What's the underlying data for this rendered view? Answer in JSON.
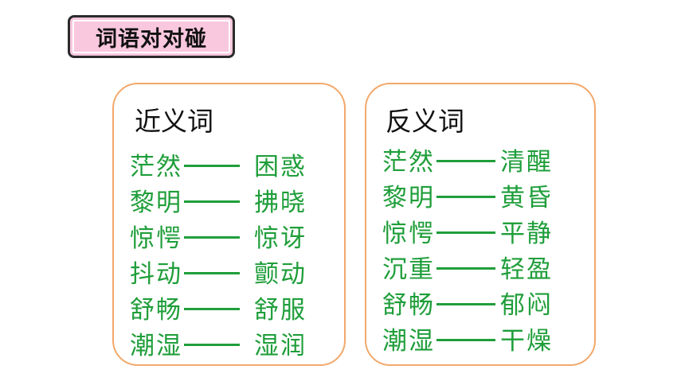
{
  "badge": {
    "title": "词语对对碰"
  },
  "synonyms": {
    "heading": "近义词",
    "pairs": [
      {
        "word": "茫然",
        "match": "困惑"
      },
      {
        "word": "黎明",
        "match": "拂晓"
      },
      {
        "word": "惊愕",
        "match": "惊讶"
      },
      {
        "word": "抖动",
        "match": "颤动"
      },
      {
        "word": "舒畅",
        "match": "舒服"
      },
      {
        "word": "潮湿",
        "match": "湿润"
      }
    ]
  },
  "antonyms": {
    "heading": "反义词",
    "pairs": [
      {
        "word": "茫然",
        "match": "清醒"
      },
      {
        "word": "黎明",
        "match": "黄昏"
      },
      {
        "word": "惊愕",
        "match": "平静"
      },
      {
        "word": "沉重",
        "match": "轻盈"
      },
      {
        "word": "舒畅",
        "match": "郁闷"
      },
      {
        "word": "潮湿",
        "match": "干燥"
      }
    ]
  },
  "colors": {
    "badge_fill": "#f9c8de",
    "card_border": "#f2a86a",
    "word_green": "#1f9e3a"
  }
}
